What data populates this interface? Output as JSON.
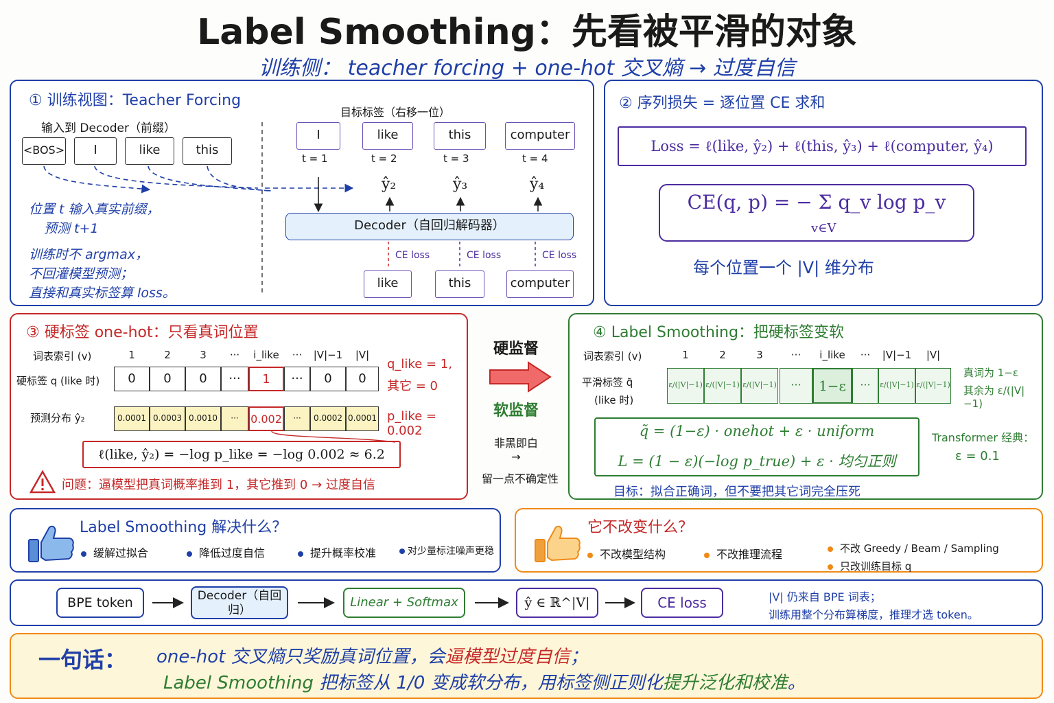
{
  "title": "Label Smoothing：先看被平滑的对象",
  "subtitle": "训练侧： teacher forcing + one-hot 交叉熵 → 过度自信",
  "panel1": {
    "heading": "① 训练视图：Teacher Forcing",
    "input_label": "输入到 Decoder（前缀）",
    "inputs": [
      "<BOS>",
      "I",
      "like",
      "this"
    ],
    "target_label": "目标标签（右移一位）",
    "targets": [
      "I",
      "like",
      "this",
      "computer"
    ],
    "timesteps": [
      "t = 1",
      "t = 2",
      "t = 3",
      "t = 4"
    ],
    "yhat": [
      "ŷ₂",
      "ŷ₃",
      "ŷ₄"
    ],
    "decoder": "Decoder（自回归解码器）",
    "ce": [
      "CE loss",
      "CE loss",
      "CE loss"
    ],
    "bottom_tokens": [
      "like",
      "this",
      "computer"
    ],
    "note1a": "位置 t 输入真实前缀，",
    "note1b": "预测 t+1",
    "note2a": "训练时不 argmax，",
    "note2b": "不回灌模型预测；",
    "note2c": "直接和真实标签算 loss。"
  },
  "panel2": {
    "heading": "② 序列损失 = 逐位置 CE 求和",
    "loss": "Loss = ℓ(like, ŷ₂) + ℓ(this, ŷ₃) + ℓ(computer, ŷ₄)",
    "ce_formula": "CE(q, p) = − Σ q_v log p_v",
    "ce_sub": "v∈V",
    "note": "每个位置一个 |V| 维分布"
  },
  "panel3": {
    "heading": "③ 硬标签 one-hot：只看真词位置",
    "row_index_label": "词表索引 (v)",
    "indices": [
      "1",
      "2",
      "3",
      "···",
      "i_like",
      "···",
      "|V|−1",
      "|V|"
    ],
    "row_hard_label": "硬标签 q (like 时)",
    "hard": [
      "0",
      "0",
      "0",
      "···",
      "1",
      "···",
      "0",
      "0"
    ],
    "q_note1": "q_like = 1,",
    "q_note2": "其它 = 0",
    "row_pred_label": "预测分布 ŷ₂",
    "pred": [
      "0.0001",
      "0.0003",
      "0.0010",
      "···",
      "0.002",
      "···",
      "0.0002",
      "0.0001"
    ],
    "p_note": "p_like = 0.002",
    "loss": "ℓ(like, ŷ₂) = −log p_like = −log 0.002 ≈ 6.2",
    "warning": "问题：逼模型把真词概率推到 1，其它推到 0 → 过度自信"
  },
  "middle": {
    "hard": "硬监督",
    "soft": "软监督",
    "note1": "非黑即白",
    "arrow": "→",
    "note2": "留一点不确定性"
  },
  "panel4": {
    "heading": "④ Label Smoothing：把硬标签变软",
    "row_index_label": "词表索引 (v)",
    "indices": [
      "1",
      "2",
      "3",
      "···",
      "i_like",
      "···",
      "|V|−1",
      "|V|"
    ],
    "row_smooth_label": "平滑标签 q̃",
    "row_smooth_sub": "(like 时)",
    "smooth": [
      "ε/(|V|−1)",
      "ε/(|V|−1)",
      "ε/(|V|−1)",
      "···",
      "1−ε",
      "···",
      "ε/(|V|−1)",
      "ε/(|V|−1)"
    ],
    "side1": "真词为 1−ε",
    "side2": "其余为 ε/(|V|−1)",
    "formula1": "q̃ = (1−ε) · onehot + ε · uniform",
    "formula2": "L = (1 − ε)(−log p_true) + ε · 均匀正则",
    "classic1": "Transformer 经典：",
    "classic2": "ε = 0.1",
    "goal": "目标：拟合正确词，但不要把其它词完全压死"
  },
  "solve": {
    "heading": "Label Smoothing 解决什么？",
    "items": [
      "缓解过拟合",
      "降低过度自信",
      "提升概率校准",
      "对少量标注噪声更稳"
    ]
  },
  "nochange": {
    "heading": "它不改变什么？",
    "items": [
      "不改模型结构",
      "不改推理流程",
      "不改 Greedy / Beam / Sampling",
      "只改训练目标 q"
    ]
  },
  "pipeline": {
    "steps": [
      "BPE token",
      "Decoder（自回归）",
      "Linear + Softmax",
      "ŷ ∈ ℝ^|V|",
      "CE loss"
    ],
    "note1": "|V| 仍来自 BPE 词表；",
    "note2": "训练用整个分布算梯度，推理才选 token。"
  },
  "summary": {
    "lead": "一句话：",
    "line1a": "one-hot 交叉熵只奖励真词位置，会",
    "line1b": "逼模型过度自信",
    "line1c": "；",
    "line2a": "Label Smoothing",
    "line2b": " 把标签从 1/0 变成软分布，用标签侧正则化",
    "line2c": "提升泛化和校准",
    "line2d": "。"
  },
  "colors": {
    "blue": "#1f3fa8",
    "red": "#c62828",
    "green": "#2e7d32",
    "orange": "#ef8a17",
    "purple": "#4b2ca0",
    "yellow_fill": "#fbf3c2",
    "decoder_fill": "#e4f0fb",
    "summary_fill": "#fdf6d8"
  }
}
